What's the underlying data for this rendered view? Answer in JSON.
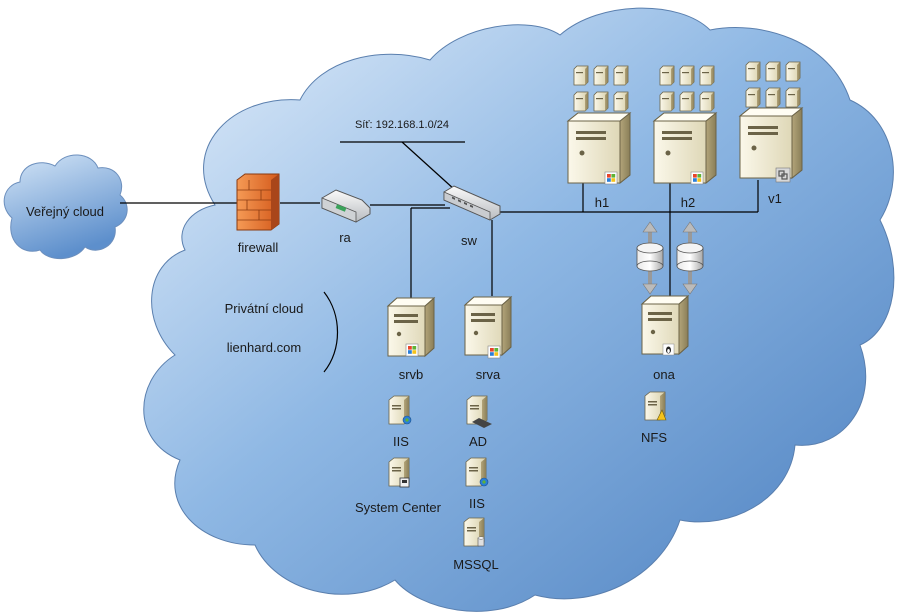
{
  "public_cloud": {
    "label": "Veřejný cloud"
  },
  "private_cloud": {
    "title": "Privátní cloud",
    "domain": "lienhard.com"
  },
  "network": {
    "label": "Síť: 192.168.1.0/24"
  },
  "nodes": {
    "firewall": "firewall",
    "router": "ra",
    "switch": "sw",
    "h1": "h1",
    "h2": "h2",
    "v1": "v1",
    "srvb": "srvb",
    "srva": "srva",
    "ona": "ona"
  },
  "services": {
    "srvb": [
      "IIS",
      "System Center"
    ],
    "srva": [
      "AD",
      "IIS",
      "MSSQL"
    ],
    "ona": [
      "NFS"
    ]
  },
  "icons": {
    "windows": "windows-logo-icon",
    "linux": "linux-penguin-icon",
    "vmware": "vmware-logo-icon",
    "storage": "storage-cylinder-icon"
  },
  "colors": {
    "cloud_light": "#cfe2f5",
    "cloud_dark": "#6f9fd2",
    "firewall": "#e8742c",
    "server_body": "#f2edd6",
    "line": "#000000"
  }
}
